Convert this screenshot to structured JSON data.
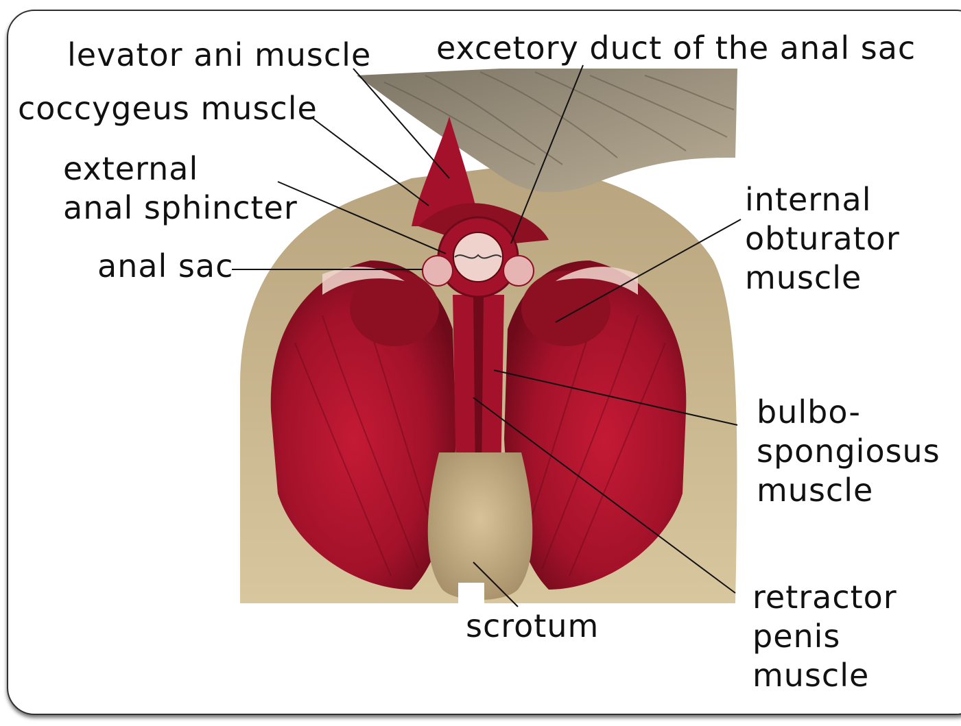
{
  "diagram": {
    "labels": {
      "levator_ani": "levator ani muscle",
      "excretory_duct": "excetory duct of the anal sac",
      "coccygeus": "coccygeus muscle",
      "external_sphincter_1": "external",
      "external_sphincter_2": "anal sphincter",
      "anal_sac": "anal sac",
      "internal_obturator_1": "internal",
      "internal_obturator_2": "obturator",
      "internal_obturator_3": "muscle",
      "bulbospongiosus_1": "bulbo-",
      "bulbospongiosus_2": "spongiosus",
      "bulbospongiosus_3": "muscle",
      "scrotum": "scrotum",
      "retractor_penis_1": "retractor",
      "retractor_penis_2": "penis",
      "retractor_penis_3": "muscle"
    },
    "colors": {
      "muscle": "#a3122a",
      "muscle_dark": "#6e0a1a",
      "fur": "#c9b48a",
      "fur_dark": "#8a7a5a",
      "leader_line": "#111111"
    }
  }
}
